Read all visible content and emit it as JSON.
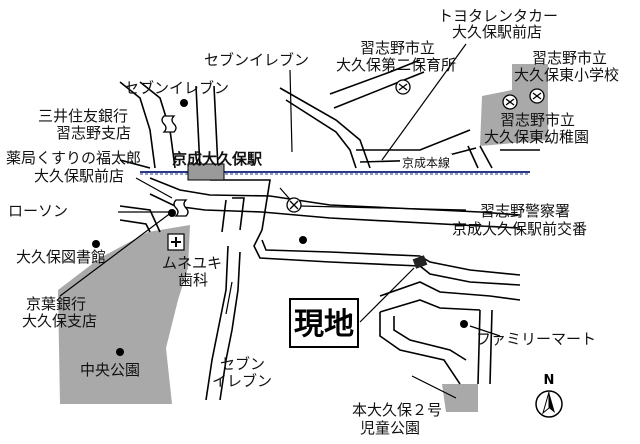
{
  "labels": {
    "toyota": [
      "トヨタレンタカー",
      "大久保駅前店"
    ],
    "seven_top": "セブンイレブン",
    "school2": [
      "習志野市立",
      "大久保第二保育所"
    ],
    "higashi_school": [
      "習志野市立",
      "大久保東小学校"
    ],
    "seven_left": "セブンイレブン",
    "mitsui": [
      "三井住友銀行",
      "習志野支店"
    ],
    "higashi_kinder": [
      "習志野市立",
      "大久保東幼稚園"
    ],
    "station": "京成大久保駅",
    "keisei_line": "京成本線",
    "kusuri": [
      "薬局くすりの福太郎",
      "大久保駅前店"
    ],
    "lawson": "ローソン",
    "police": [
      "習志野警察署",
      "京成大久保駅前交番"
    ],
    "library": "大久保図書館",
    "munenuki": [
      "ムネユキ",
      "歯科"
    ],
    "keiyo": [
      "京葉銀行",
      "大久保支店"
    ],
    "site": "現地",
    "family": "ファミリーマート",
    "central_park": "中央公園",
    "seven_bottom": [
      "セブン",
      "イレブン"
    ],
    "park2": [
      "本大久保２号",
      "児童公園"
    ],
    "north": "N"
  },
  "colors": {
    "park": "#a9a9a9",
    "rail": "#2a3a8a",
    "station": "#9a9a9a",
    "site_marker": "#222222"
  }
}
